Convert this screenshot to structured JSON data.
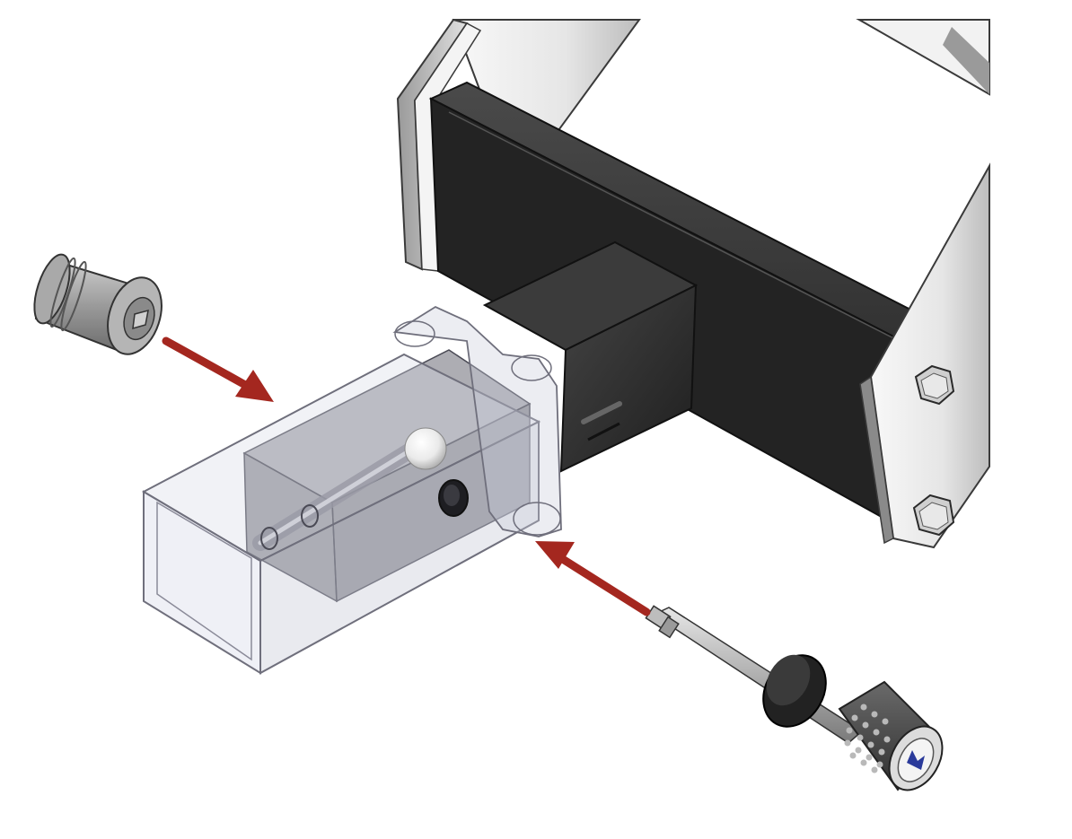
{
  "figure": {
    "background": "#ffffff",
    "colors": {
      "steel_light": "#eeeeee",
      "steel_mid": "#c9c9c9",
      "steel_edge": "#3a3a3a",
      "tube_dark": "#262626",
      "tube_face": "#3d3d3d",
      "receiver_glass": "#d7dae6",
      "arrow_red": "#a4271f",
      "lock_logo_blue": "#2a3a9a"
    },
    "components": [
      {
        "name": "mounting-plate-bracket",
        "icon": "bracket-plate"
      },
      {
        "name": "receiver-crossbar",
        "icon": "square-tube"
      },
      {
        "name": "hitch-shank",
        "icon": "square-tube"
      },
      {
        "name": "transparent-receiver-sleeve",
        "icon": "transparent-tube"
      },
      {
        "name": "threaded-plug",
        "icon": "plug"
      },
      {
        "name": "locking-pin",
        "icon": "lock-pin"
      },
      {
        "name": "hex-bolt",
        "icon": "hex-bolt"
      }
    ],
    "arrows": [
      {
        "name": "insert-plug-arrow",
        "direction": "down-right"
      },
      {
        "name": "insert-lock-pin-arrow",
        "direction": "up-left"
      }
    ]
  }
}
